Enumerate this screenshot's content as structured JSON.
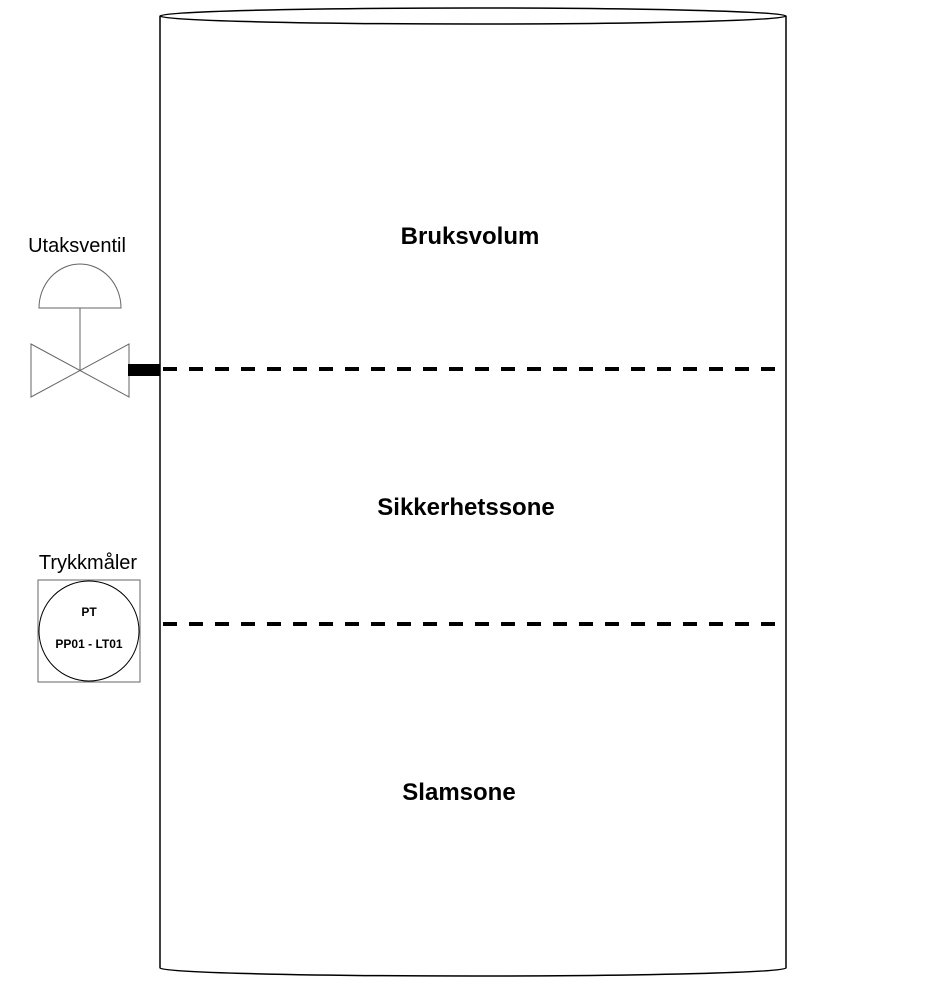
{
  "tank": {
    "zones": [
      {
        "label": "Bruksvolum"
      },
      {
        "label": "Sikkerhetssone"
      },
      {
        "label": "Slamsone"
      }
    ]
  },
  "valve": {
    "label": "Utaksventil"
  },
  "pressure_gauge": {
    "label": "Trykkmåler",
    "tag_type": "PT",
    "tag_id": "PP01 - LT01"
  },
  "colors": {
    "stroke": "#000000",
    "symbol_stroke": "#666666",
    "background": "#ffffff"
  }
}
